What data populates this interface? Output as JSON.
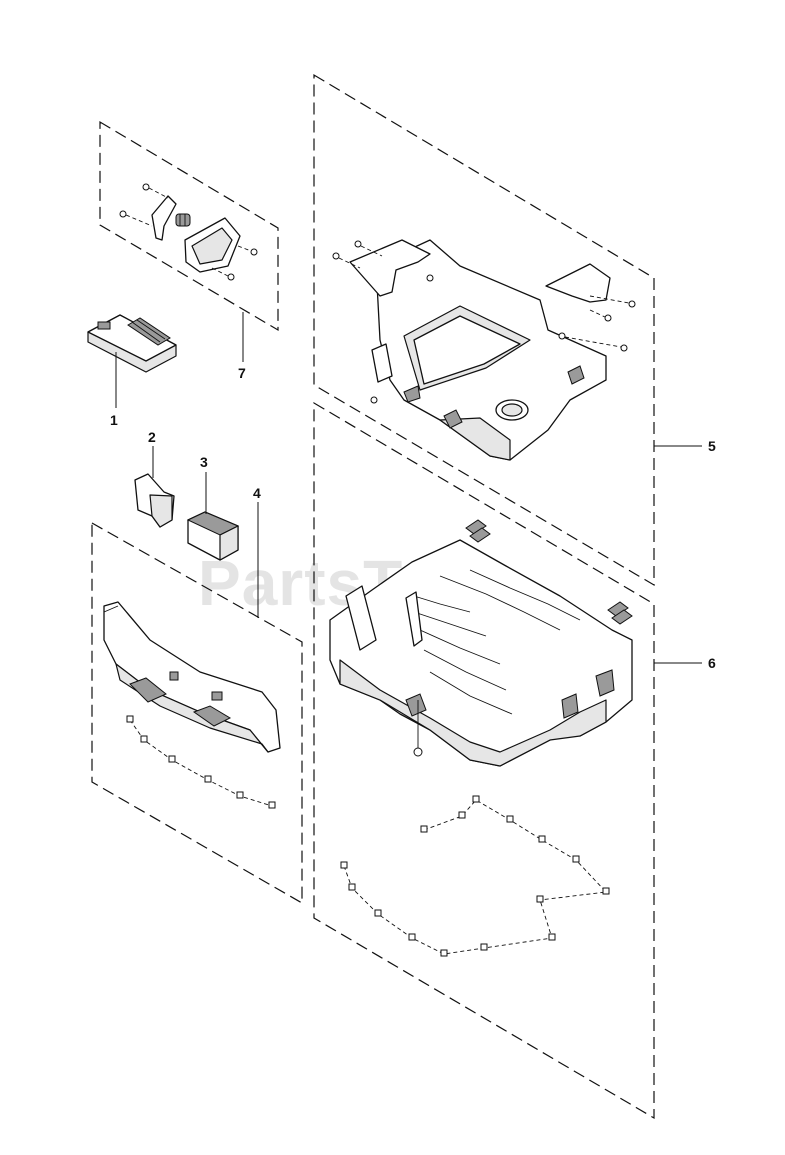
{
  "diagram": {
    "watermark": "PartsTree",
    "callouts": [
      {
        "id": "1",
        "label": "1"
      },
      {
        "id": "2",
        "label": "2"
      },
      {
        "id": "3",
        "label": "3"
      },
      {
        "id": "4",
        "label": "4"
      },
      {
        "id": "5",
        "label": "5"
      },
      {
        "id": "6",
        "label": "6"
      },
      {
        "id": "7",
        "label": "7"
      }
    ]
  }
}
